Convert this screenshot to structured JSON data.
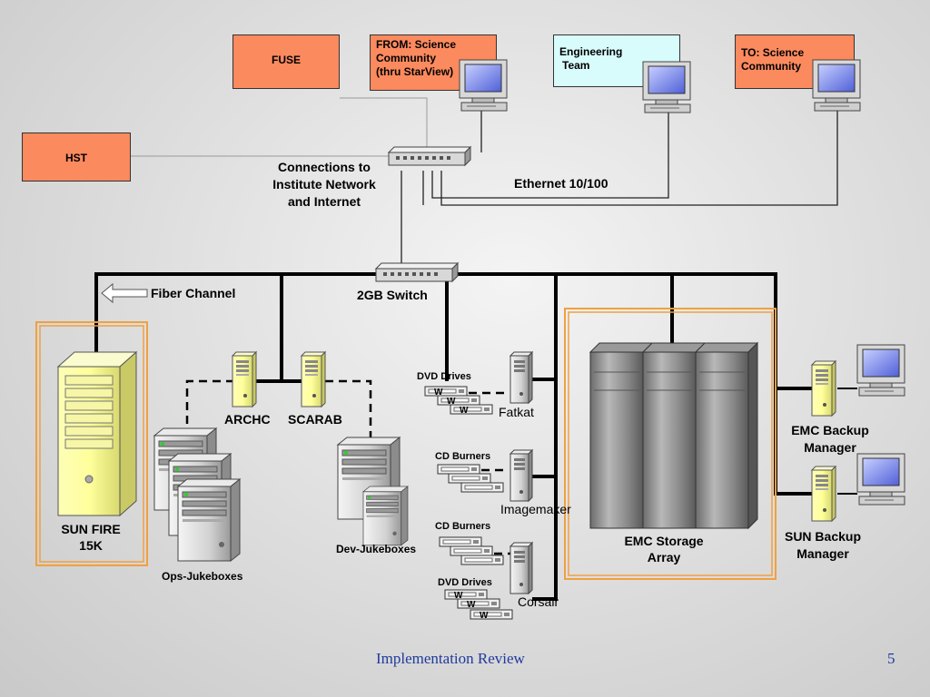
{
  "sources": {
    "fuse": "FUSE",
    "hst": "HST",
    "from_science_line1": "FROM:  Science",
    "from_science_line2": "Community",
    "from_science_line3": "(thru StarView)",
    "engineering_line1": "Engineering",
    "engineering_line2": "Team",
    "to_science_line1": "TO:  Science",
    "to_science_line2": "Community"
  },
  "labels": {
    "connections_line1": "Connections to",
    "connections_line2": "Institute Network",
    "connections_line3": "and Internet",
    "ethernet": "Ethernet 10/100",
    "fiber_channel": "Fiber Channel",
    "switch_2gb": "2GB Switch",
    "archc": "ARCHC",
    "scarab": "SCARAB",
    "dvd_drives_1": "DVD Drives",
    "fatkat": "Fatkat",
    "cd_burners_1": "CD Burners",
    "imagemaker": "Imagemaker",
    "cd_burners_2": "CD Burners",
    "dvd_drives_2": "DVD Drives",
    "corsair": "Corsair",
    "sun_fire_line1": "SUN FIRE",
    "sun_fire_line2": "15K",
    "ops_jukeboxes": "Ops-Jukeboxes",
    "dev_jukeboxes": "Dev-Jukeboxes",
    "emc_storage_line1": "EMC Storage",
    "emc_storage_line2": "Array",
    "emc_backup_line1": "EMC Backup",
    "emc_backup_line2": "Manager",
    "sun_backup_line1": "SUN Backup",
    "sun_backup_line2": "Manager",
    "drive_letter": "W"
  },
  "footer": {
    "title": "Implementation Review",
    "page": "5"
  },
  "colors": {
    "box_orange": "#fb8a5e",
    "box_cyan": "#d8fbfb",
    "highlight_orange": "#f0a040",
    "footer_blue": "#1f3a9e"
  }
}
